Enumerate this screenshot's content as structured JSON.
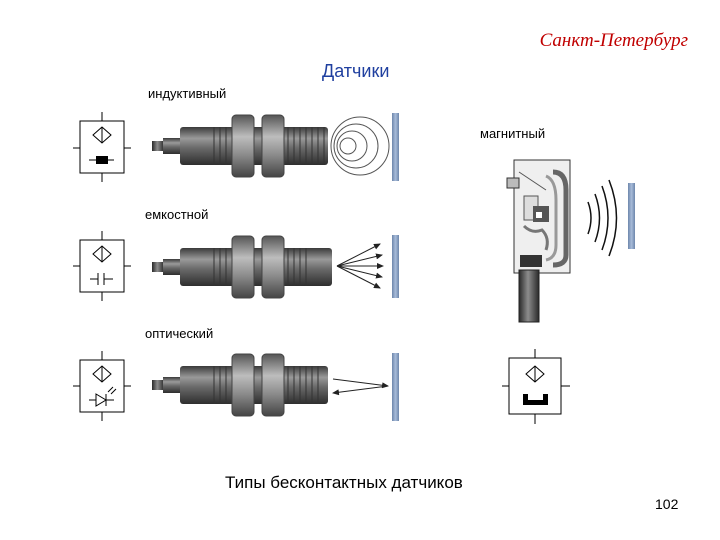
{
  "header": {
    "city": "Санкт-Петербург",
    "title": "Датчики"
  },
  "sensors": {
    "inductive": {
      "label": "индуктивный"
    },
    "magnetic": {
      "label": "магнитный"
    },
    "capacitive": {
      "label": "емкостной"
    },
    "optical": {
      "label": "оптический"
    }
  },
  "caption": "Типы бесконтактных датчиков",
  "page_number": "102",
  "colors": {
    "city": "#c00000",
    "title": "#1f3f9f",
    "plate": "#8fa6c8",
    "body": "#5c5c5c"
  }
}
